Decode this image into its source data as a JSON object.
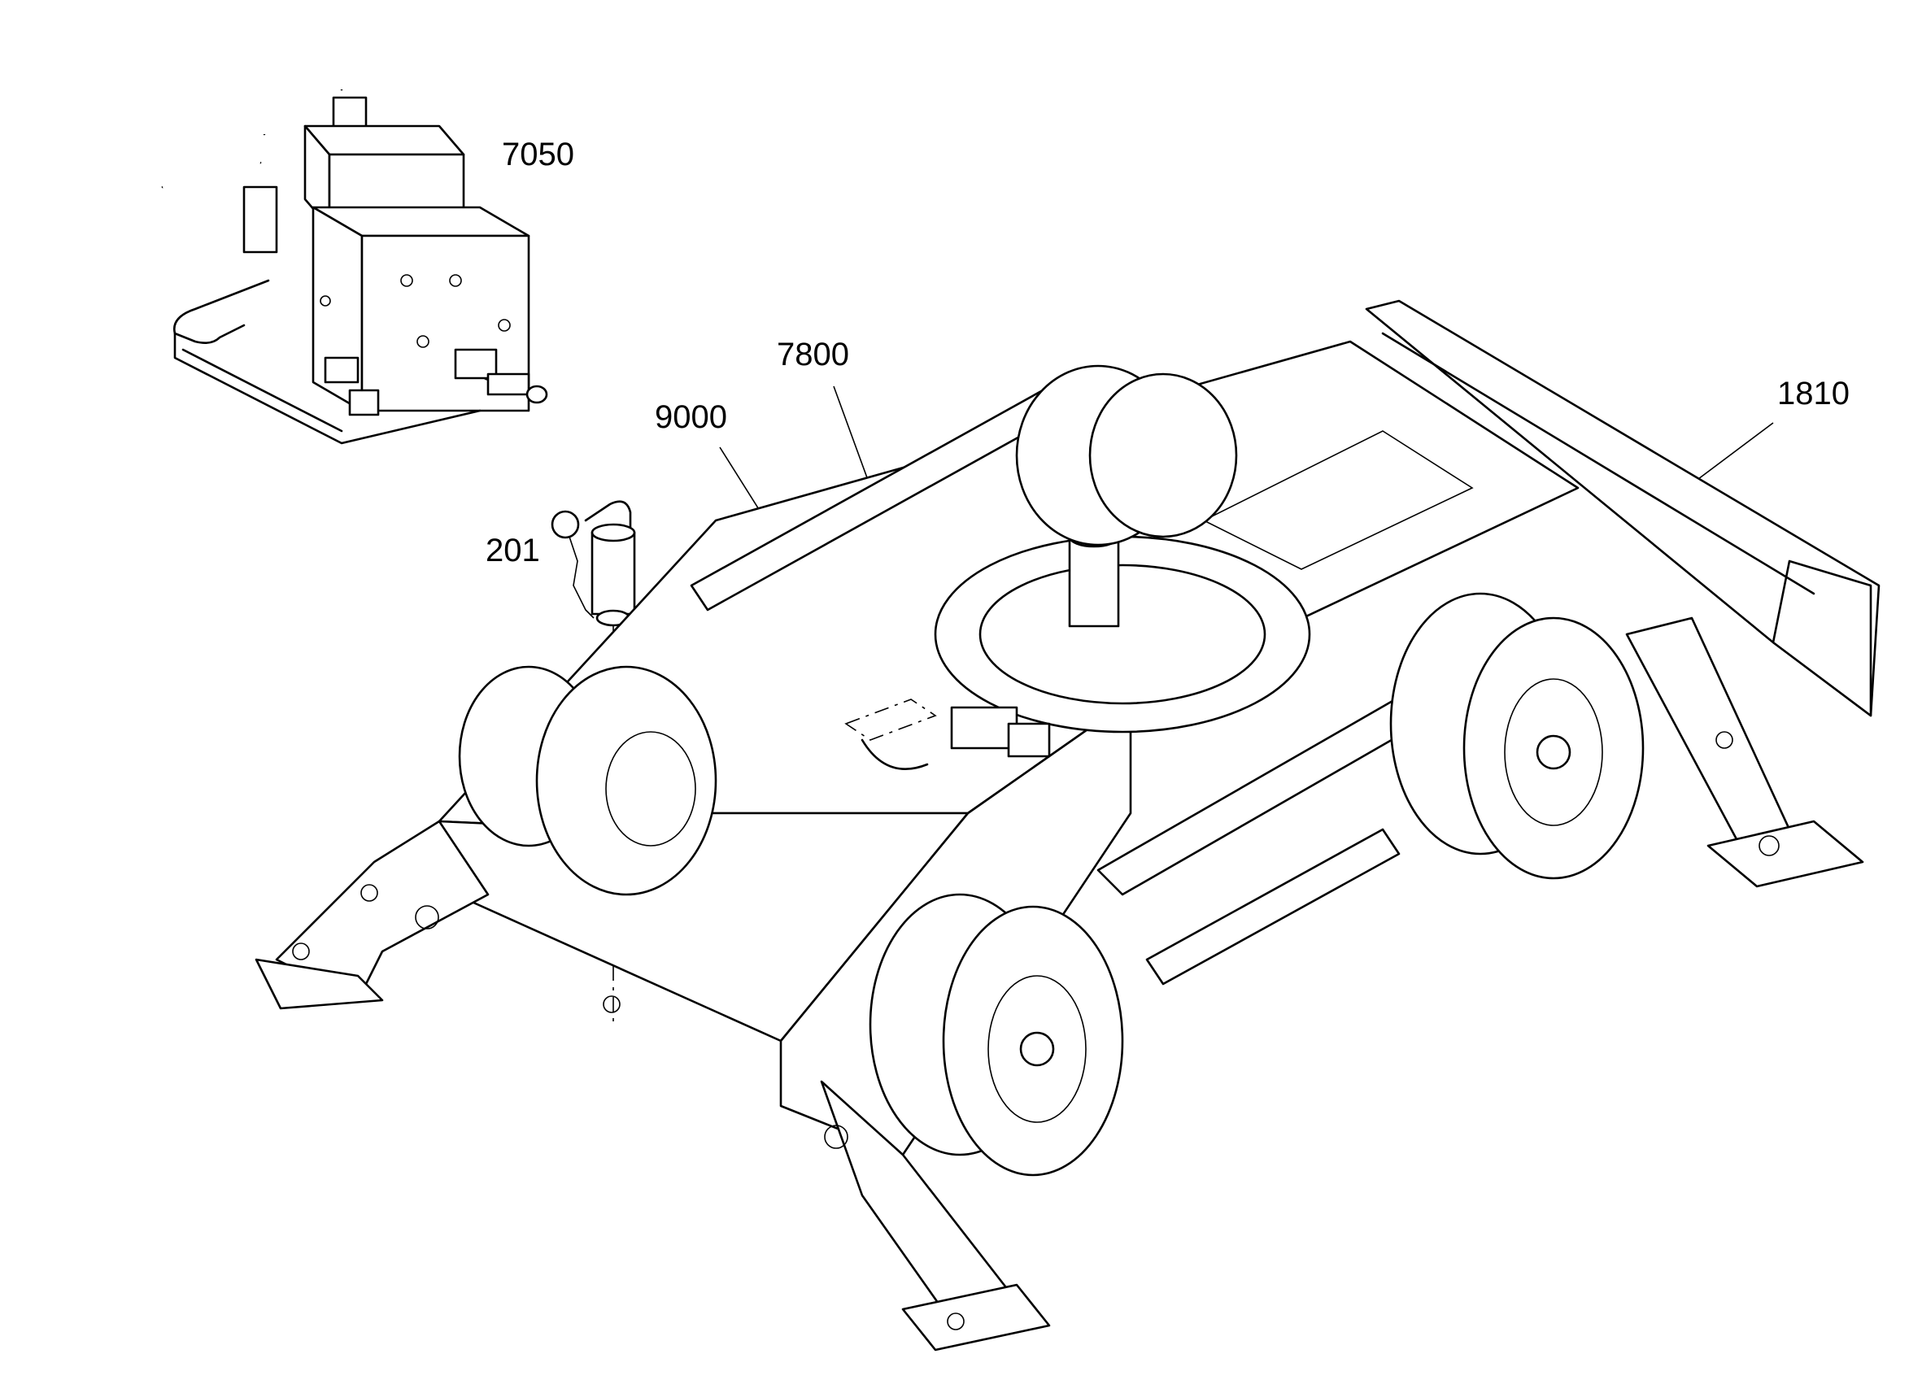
{
  "callouts": {
    "part_7050": "7050",
    "part_7800": "7800",
    "part_9000": "9000",
    "part_1810": "1810",
    "part_201": "201"
  },
  "colors": {
    "ink": "#000000",
    "paper": "#ffffff"
  },
  "icons": {
    "valve_block": "hydraulic-valve-block-icon",
    "filler_cap": "filler-cap-icon",
    "wheel": "tire-icon"
  }
}
